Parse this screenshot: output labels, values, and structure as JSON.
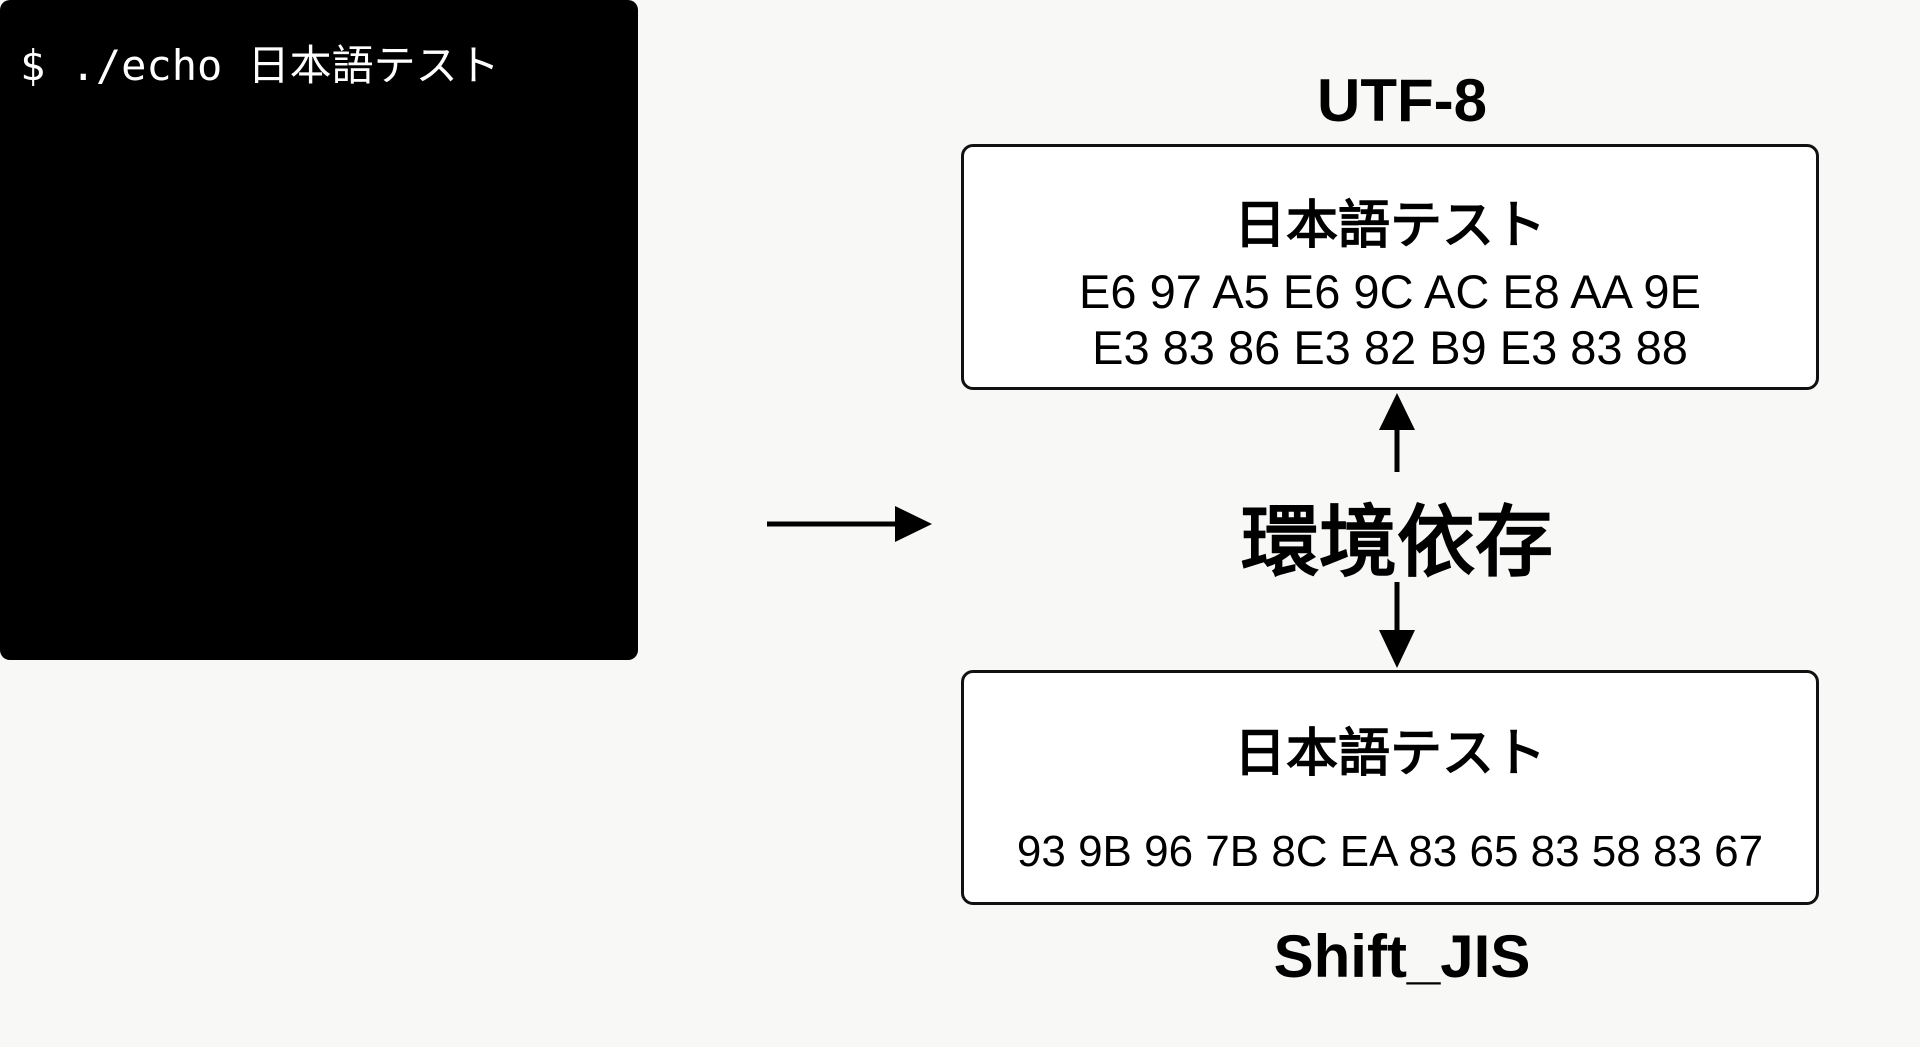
{
  "terminal": {
    "prompt": "$ ./echo 日本語テスト"
  },
  "utf8": {
    "title": "UTF-8",
    "text": "日本語テスト",
    "bytes_line1": "E6 97 A5 E6 9C AC E8 AA 9E",
    "bytes_line2": "E3 83 86 E3 82 B9 E3 83 88"
  },
  "center_label": "環境依存",
  "sjis": {
    "title": "Shift_JIS",
    "text": "日本語テスト",
    "bytes": "93 9B 96 7B 8C EA 83 65 83 58 83 67"
  }
}
